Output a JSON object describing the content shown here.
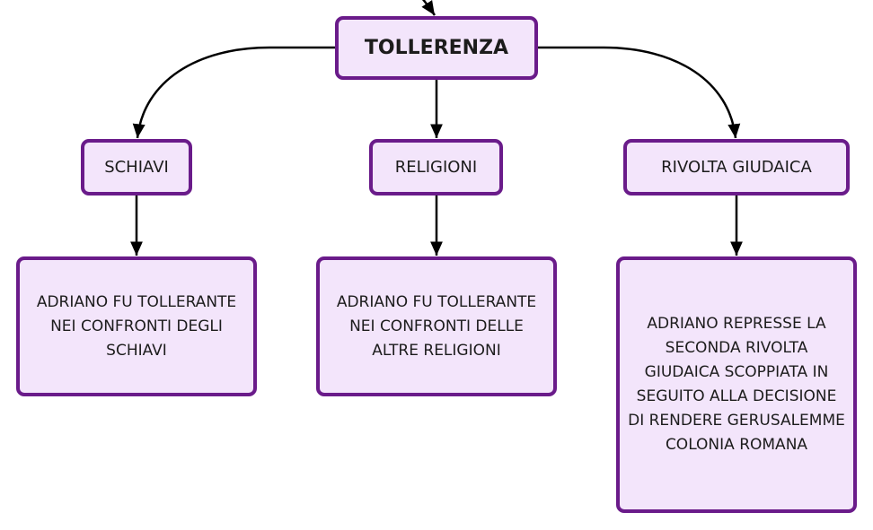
{
  "colors": {
    "node_border": "#6a1b8a",
    "node_fill": "#f3e5fb",
    "connector": "#000000",
    "text": "#1c1c1c"
  },
  "root": {
    "label": "TOLLERENZA"
  },
  "branches": [
    {
      "label": "SCHIAVI",
      "detail": "ADRIANO FU TOLLERANTE NEI CONFRONTI DEGLI SCHIAVI"
    },
    {
      "label": "RELIGIONI",
      "detail": "ADRIANO FU TOLLERANTE NEI CONFRONTI DELLE ALTRE RELIGIONI"
    },
    {
      "label": "RIVOLTA GIUDAICA",
      "detail": "ADRIANO REPRESSE LA SECONDA RIVOLTA GIUDAICA SCOPPIATA IN SEGUITO ALLA DECISIONE DI RENDERE GERUSALEMME COLONIA ROMANA"
    }
  ]
}
